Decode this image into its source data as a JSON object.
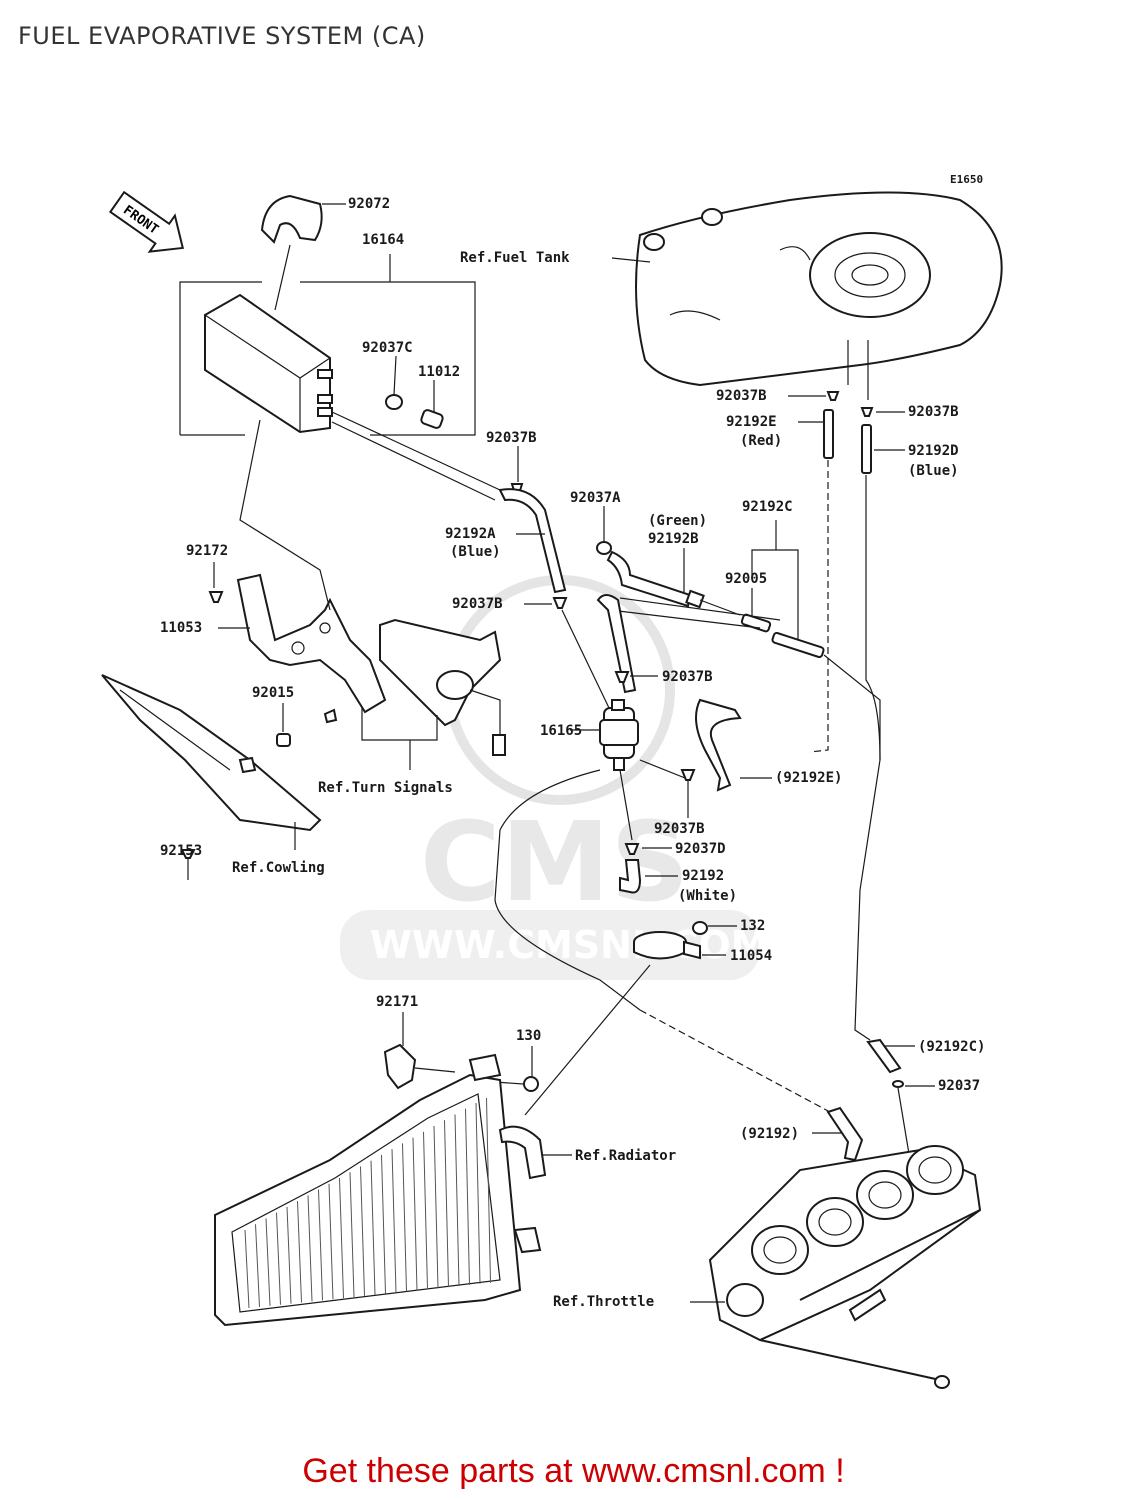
{
  "title": "FUEL EVAPORATIVE SYSTEM (CA)",
  "diagram_code": "E1650",
  "front_label": "FRONT",
  "watermark": {
    "brand": "CMS",
    "url": "WWW.CMSNL.COM"
  },
  "footer": {
    "link_text": "Get these parts at www.cmsnl.com !",
    "color": "#cc0000"
  },
  "labels": {
    "p92072": "92072",
    "p16164": "16164",
    "ref_fuel_tank": "Ref.Fuel Tank",
    "p92037c": "92037C",
    "p11012": "11012",
    "p92037b_tank_left": "92037B",
    "p92192e": "92192E",
    "red": "(Red)",
    "p92037b_tank_right": "92037B",
    "p92192d": "92192D",
    "blue_tank": "(Blue)",
    "p92037b_top": "92037B",
    "p92037a": "92037A",
    "green": "(Green)",
    "p92192b": "92192B",
    "p92192c": "92192C",
    "p92192a": "92192A",
    "blue_left": "(Blue)",
    "p92172": "92172",
    "p92005": "92005",
    "p92037b_mid": "92037B",
    "p11053": "11053",
    "p92037b_filter": "92037B",
    "p92015": "92015",
    "p16165": "16165",
    "ref_turn_signals": "Ref.Turn Signals",
    "p92192e_paren": "(92192E)",
    "p92037b_lower": "92037B",
    "p92037d": "92037D",
    "p92153": "92153",
    "ref_cowling": "Ref.Cowling",
    "p92192": "92192",
    "white": "(White)",
    "p132": "132",
    "p11054": "11054",
    "p92171": "92171",
    "p130": "130",
    "p92192c_paren": "(92192C)",
    "p92037": "92037",
    "p92192_paren": "(92192)",
    "ref_radiator": "Ref.Radiator",
    "ref_throttle": "Ref.Throttle"
  }
}
